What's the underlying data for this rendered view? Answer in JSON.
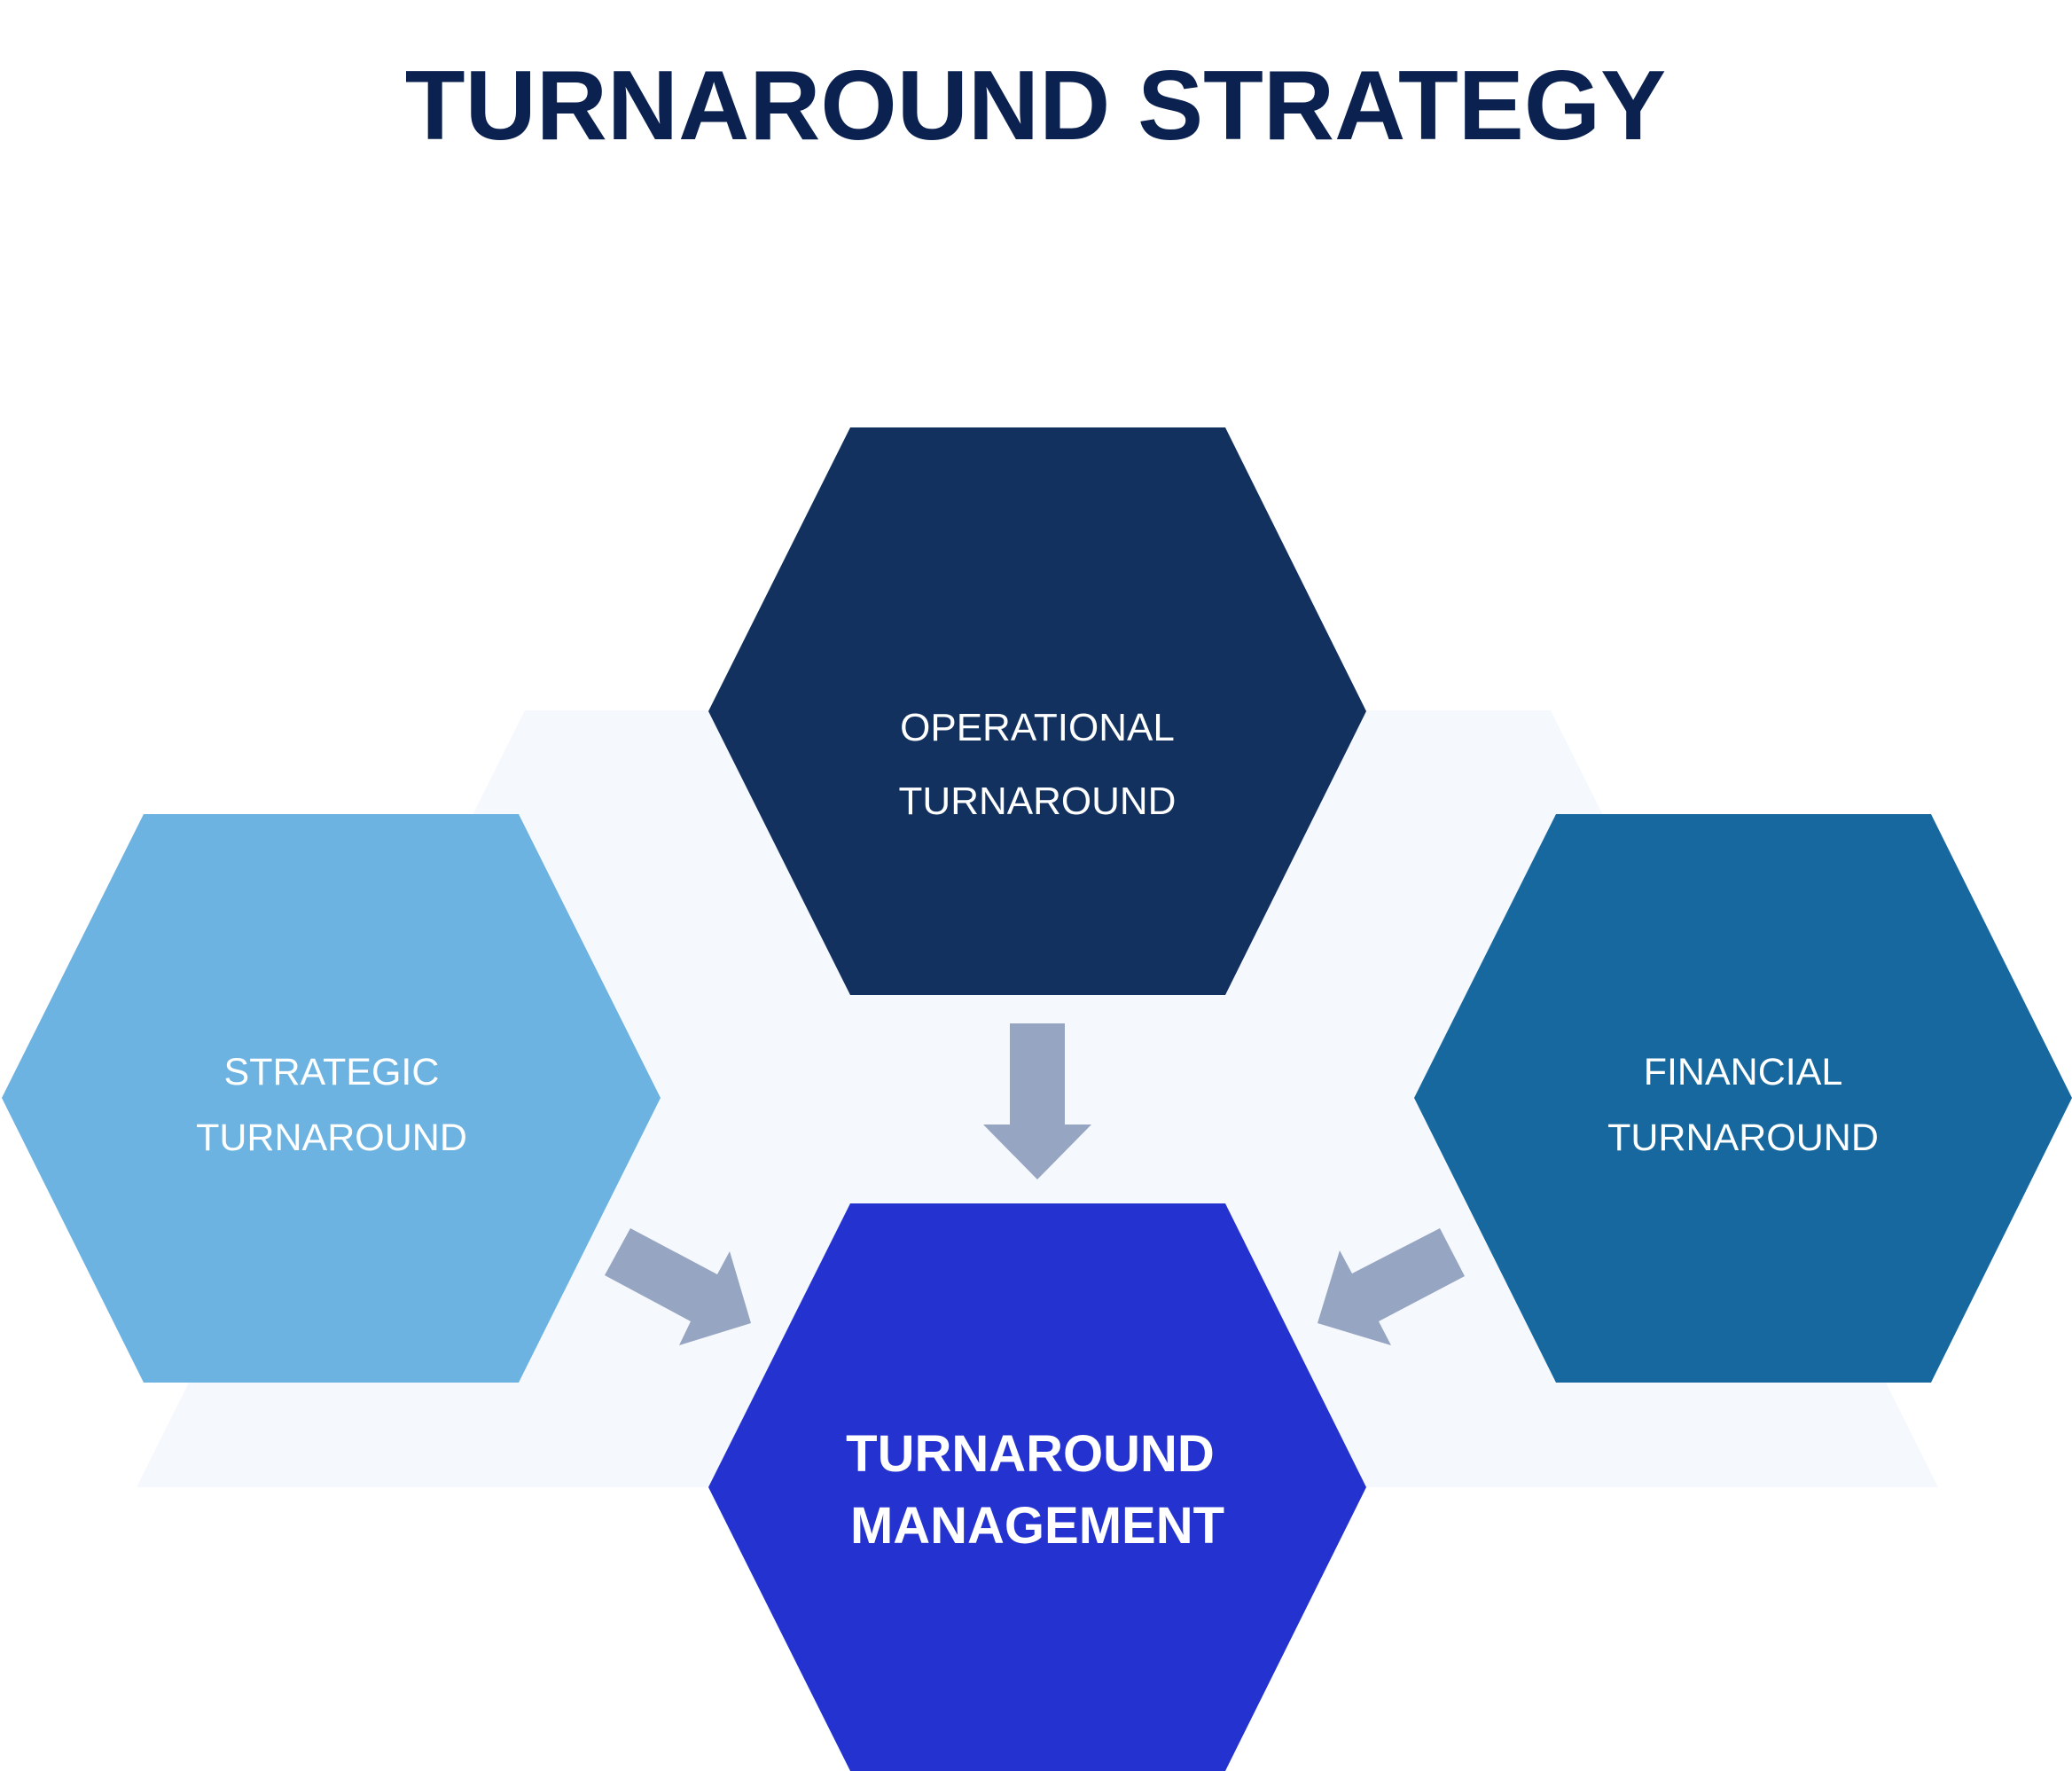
{
  "title": "TURNAROUND STRATEGY",
  "colors": {
    "title": "#0B2150",
    "background_panel": "#F5F8FD",
    "arrow": "#96A5C1",
    "label_text": "#FFFFFF"
  },
  "nodes": [
    {
      "id": "operational",
      "lines": [
        "OPERATIONAL",
        "TURNAROUND"
      ],
      "color": "#12315F",
      "emphasis": false
    },
    {
      "id": "strategic",
      "lines": [
        "STRATEGIC",
        "TURNAROUND"
      ],
      "color": "#6DB3E1",
      "emphasis": false
    },
    {
      "id": "financial",
      "lines": [
        "FINANCIAL",
        "TURNAROUND"
      ],
      "color": "#16689E",
      "emphasis": false
    },
    {
      "id": "management",
      "lines": [
        "TURNAROUND",
        "MANAGEMENT"
      ],
      "color": "#2433CF",
      "emphasis": true
    }
  ],
  "edges": [
    {
      "from": "operational",
      "to": "management"
    },
    {
      "from": "strategic",
      "to": "management"
    },
    {
      "from": "financial",
      "to": "management"
    }
  ]
}
